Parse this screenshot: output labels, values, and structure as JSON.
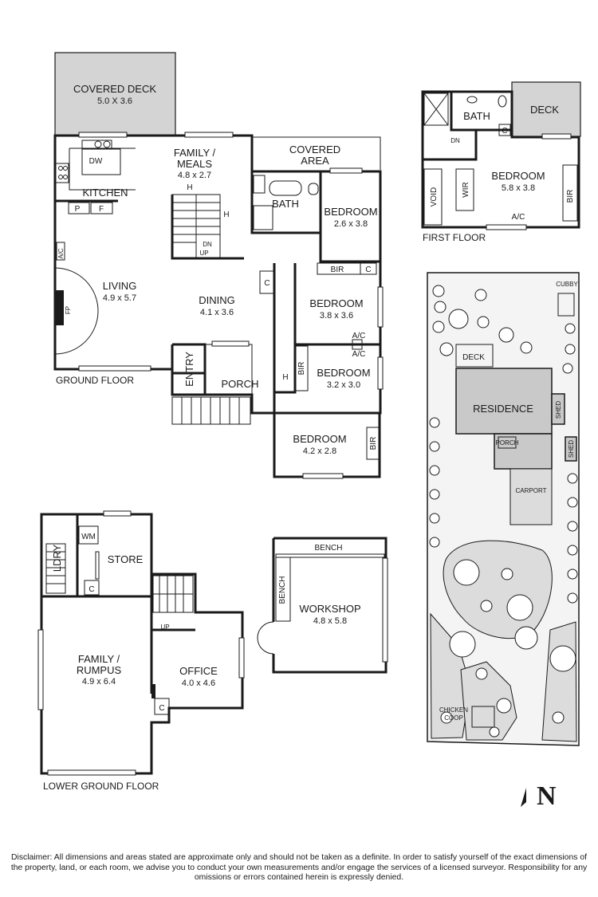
{
  "floors": {
    "ground": "GROUND FLOOR",
    "first": "FIRST FLOOR",
    "lower": "LOWER GROUND FLOOR"
  },
  "rooms": {
    "covered_deck": {
      "name": "COVERED DECK",
      "dim": "5.0 X 3.6"
    },
    "family_meals": {
      "name_1": "FAMILY /",
      "name_2": "MEALS",
      "dim": "4.8 x 2.7"
    },
    "covered_area": {
      "name_1": "COVERED",
      "name_2": "AREA"
    },
    "kitchen": {
      "name": "KITCHEN"
    },
    "bath_ground": {
      "name": "BATH"
    },
    "bedroom_1": {
      "name": "BEDROOM",
      "dim": "2.6 x 3.8"
    },
    "living": {
      "name": "LIVING",
      "dim": "4.9 x 5.7"
    },
    "dining": {
      "name": "DINING",
      "dim": "4.1 x 3.6"
    },
    "bedroom_2": {
      "name": "BEDROOM",
      "dim": "3.8 x 3.6"
    },
    "bedroom_3": {
      "name": "BEDROOM",
      "dim": "3.2 x 3.0"
    },
    "bedroom_4": {
      "name": "BEDROOM",
      "dim": "4.2 x 2.8"
    },
    "entry": {
      "name": "ENTRY"
    },
    "porch": {
      "name": "PORCH"
    },
    "bath_first": {
      "name": "BATH"
    },
    "deck_first": {
      "name": "DECK"
    },
    "bedroom_first": {
      "name": "BEDROOM",
      "dim": "5.8 x 3.8"
    },
    "void": {
      "name": "VOID"
    },
    "ldry": {
      "name": "LDRY"
    },
    "store": {
      "name": "STORE"
    },
    "family_rumpus": {
      "name_1": "FAMILY /",
      "name_2": "RUMPUS",
      "dim": "4.9 x 6.4"
    },
    "office": {
      "name": "OFFICE",
      "dim": "4.0 x 4.6"
    },
    "workshop": {
      "name": "WORKSHOP",
      "dim": "4.8 x 5.8"
    }
  },
  "fixtures": {
    "dw": "DW",
    "h": "H",
    "p": "P",
    "f": "F",
    "dn": "DN",
    "up": "UP",
    "ac": "A/C",
    "fp": "FP",
    "c": "C",
    "bir": "BIR",
    "wir": "WIR",
    "wm": "WM",
    "bench": "BENCH"
  },
  "site": {
    "cubby": "CUBBY",
    "deck": "DECK",
    "residence": "RESIDENCE",
    "shed": "SHED",
    "porch": "PORCH",
    "carport": "CARPORT",
    "chicken_coop_1": "CHICKEN",
    "chicken_coop_2": "COOP"
  },
  "compass": {
    "letter": "N"
  },
  "disclaimer": "Disclaimer: All dimensions and areas stated are approximate only and should not be taken as a definite. In order to satisfy yourself of the exact dimensions of the property, land, or each room, we advise you to conduct your own measurements and/or engage the services of a licensed surveyor. Responsibility for any omissions or errors contained herein is expressly denied."
}
